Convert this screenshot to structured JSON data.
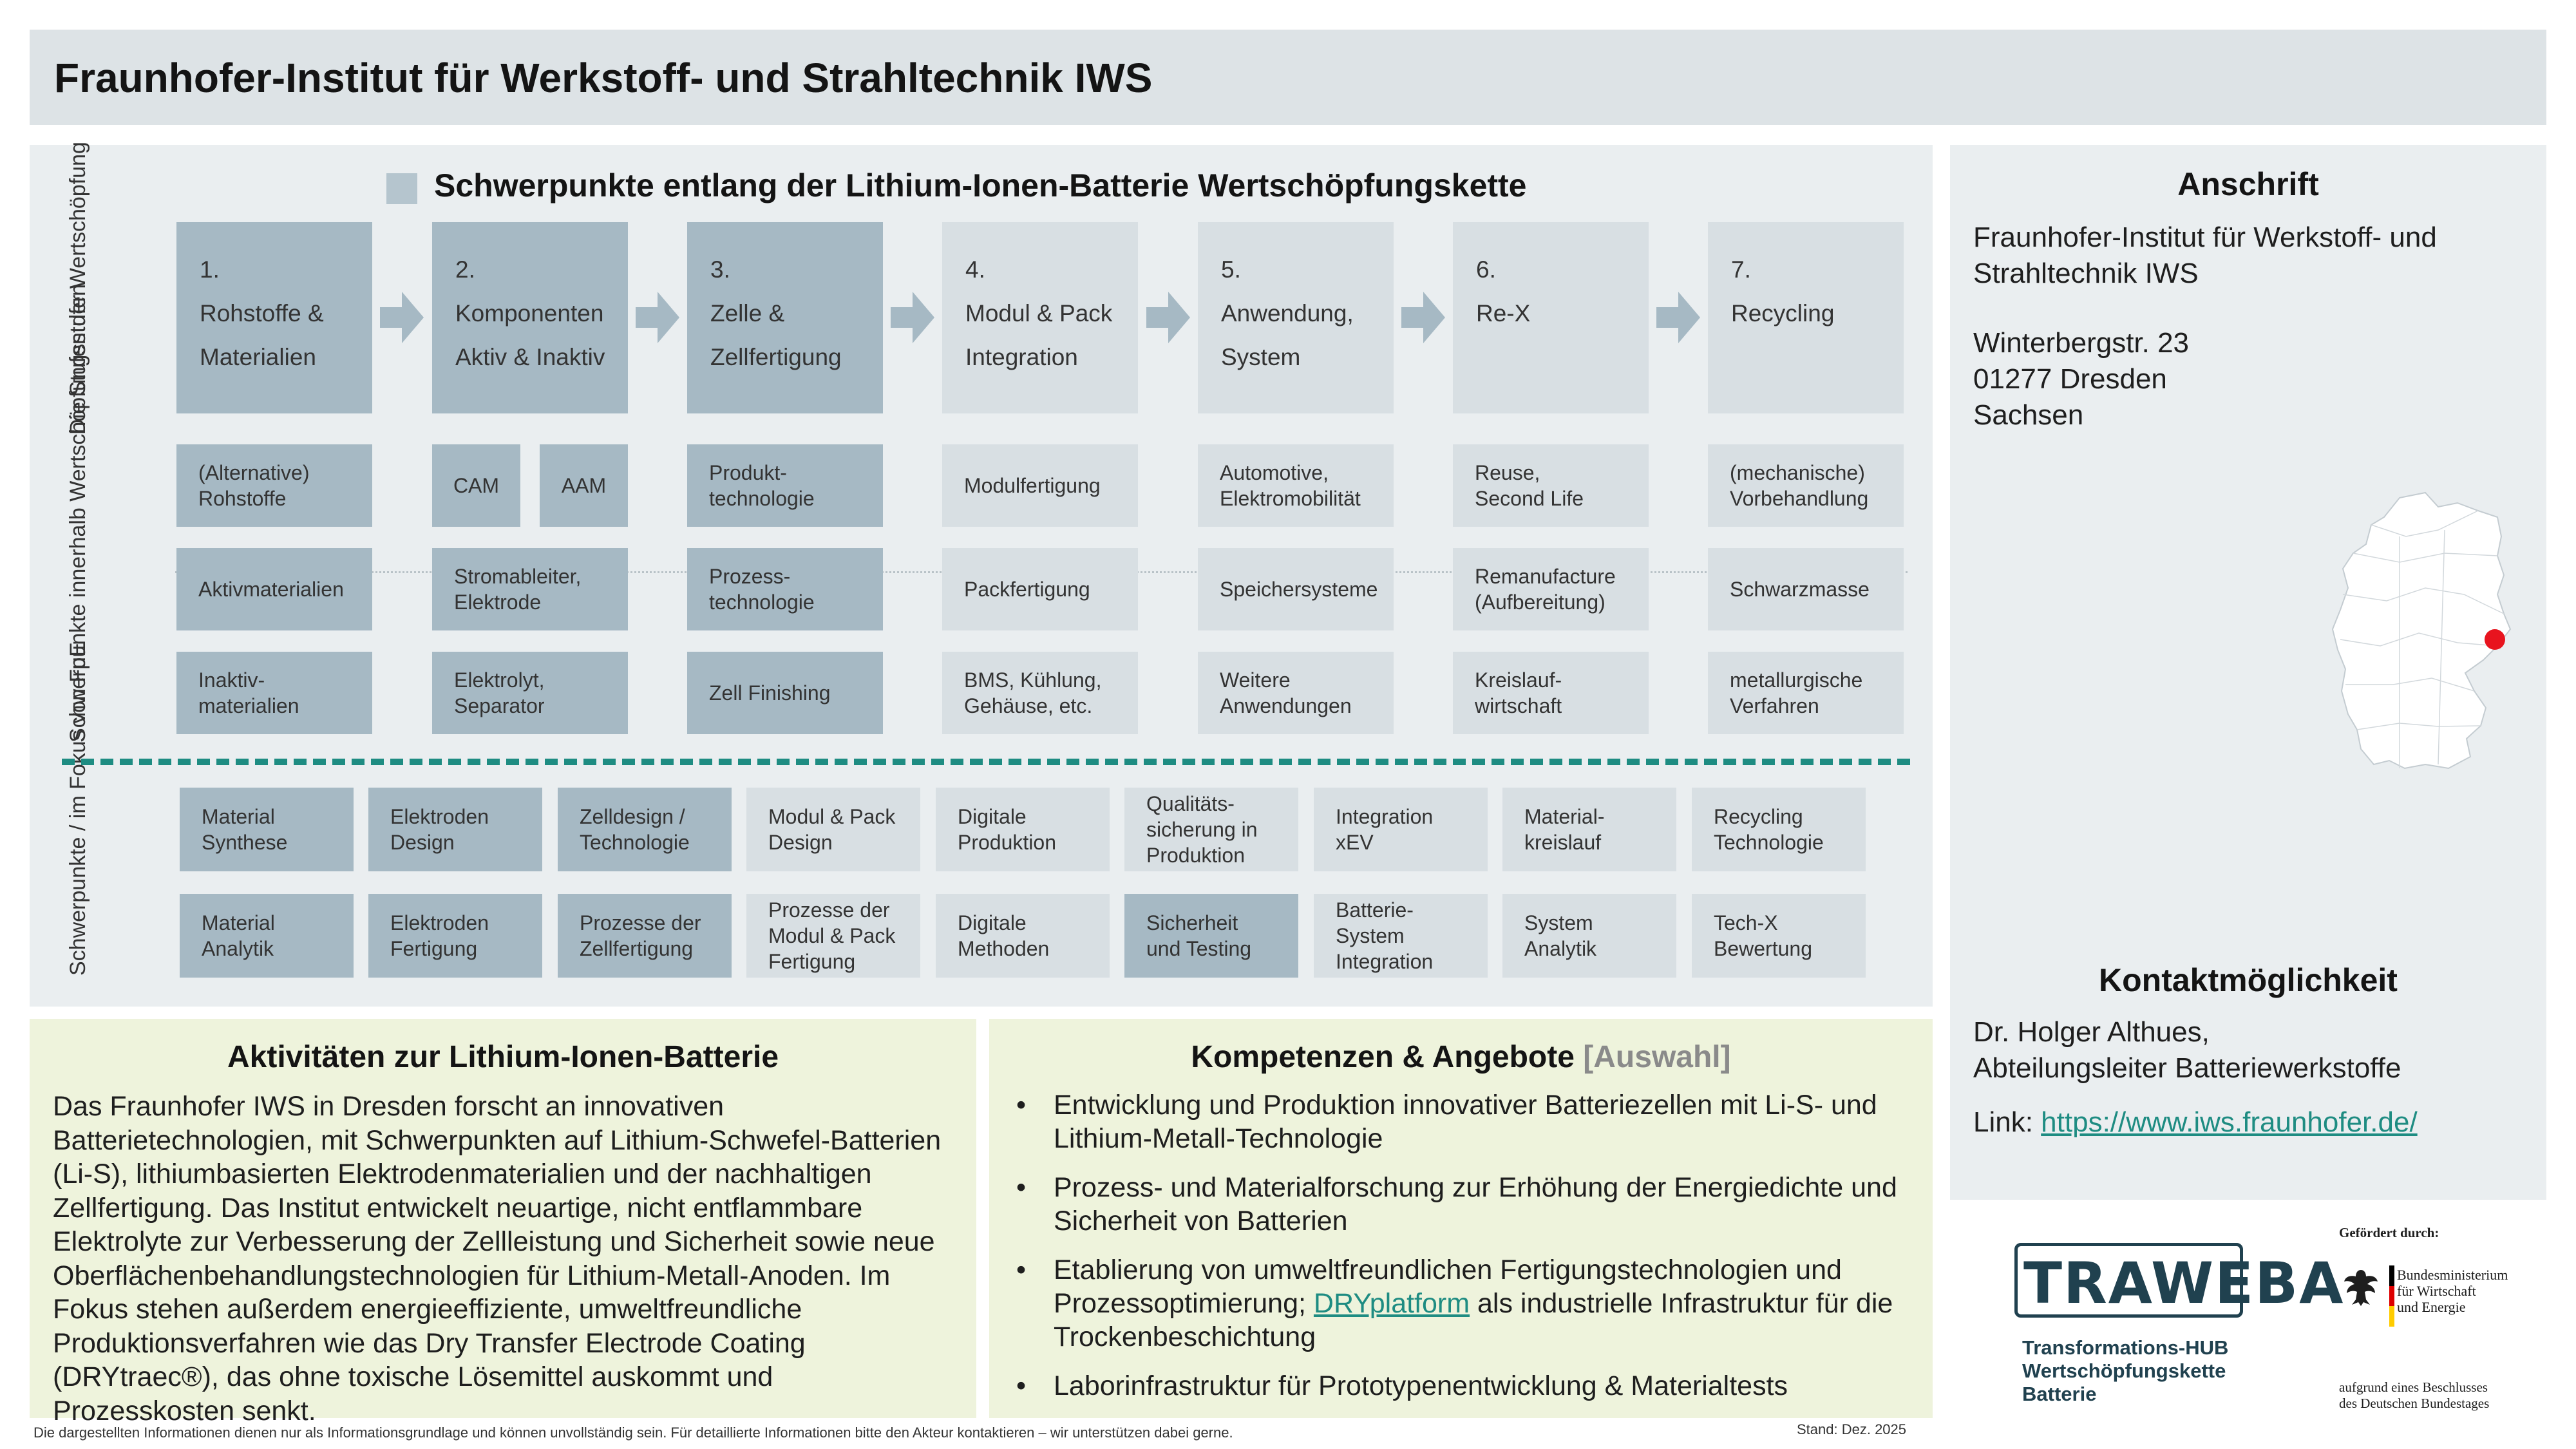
{
  "header": {
    "title": "Fraunhofer-Institut für Werkstoff- und Strahltechnik IWS"
  },
  "main": {
    "heading": "Schwerpunkte entlang der Lithium-Ionen-Batterie Wertschöpfungskette",
    "side_labels": {
      "stages": "Die Stufen der\nWertschöpfung",
      "focus": "Schwerpunkte innerhalb\nWertschöpfungsstufen",
      "rd": "Schwerpunkte /\nim Fokus  von FuE"
    },
    "stages": [
      "1.\nRohstoffe &\nMaterialien",
      "2.\nKomponenten\nAktiv & Inaktiv",
      "3.\nZelle &\nZellfertigung",
      "4.\nModul & Pack\nIntegration",
      "5.\nAnwendung,\nSystem",
      "6.\nRe-X",
      "7.\nRecycling"
    ],
    "focus": {
      "row1": [
        "(Alternative)\nRohstoffe",
        "CAM",
        "AAM",
        "Produkt-\ntechnologie",
        "Modulfertigung",
        "Automotive,\nElektromobilität",
        "Reuse,\nSecond Life",
        "(mechanische)\nVorbehandlung"
      ],
      "row2": [
        "Aktivmaterialien",
        "Stromableiter,\nElektrode",
        "Prozess-\ntechnologie",
        "Packfertigung",
        "Speichersysteme",
        "Remanufacture\n(Aufbereitung)",
        "Schwarzmasse"
      ],
      "row3": [
        "Inaktiv-\nmaterialien",
        "Elektrolyt,\nSeparator",
        "Zell Finishing",
        "BMS, Kühlung,\nGehäuse, etc.",
        "Weitere\nAnwendungen",
        "Kreislauf-\nwirtschaft",
        "metallurgische\nVerfahren"
      ]
    },
    "rd": {
      "row1": [
        "Material\nSynthese",
        "Elektroden\nDesign",
        "Zelldesign /\nTechnologie",
        "Modul & Pack\nDesign",
        "Digitale\nProduktion",
        "Qualitäts-\nsicherung in\nProduktion",
        "Integration\nxEV",
        "Material-\nkreislauf",
        "Recycling\nTechnologie"
      ],
      "row2": [
        "Material\nAnalytik",
        "Elektroden\nFertigung",
        "Prozesse der\nZellfertigung",
        "Prozesse der\nModul & Pack\nFertigung",
        "Digitale\nMethoden",
        "Sicherheit\nund Testing",
        "Batterie-\nSystem\nIntegration",
        "System\nAnalytik",
        "Tech-X\nBewertung"
      ]
    }
  },
  "address": {
    "heading": "Anschrift",
    "name": "Fraunhofer-Institut für Werkstoff- und\nStrahltechnik IWS",
    "street": "Winterbergstr.  23\n01277 Dresden\nSachsen",
    "contact_heading": "Kontaktmöglichkeit",
    "contact_person": "Dr. Holger Althues,\nAbteilungsleiter Batteriewerkstoffe",
    "link_label": "Link: ",
    "link": "https://www.iws.fraunhofer.de/"
  },
  "activities": {
    "heading": "Aktivitäten zur Lithium-Ionen-Batterie",
    "text": "Das Fraunhofer IWS in Dresden forscht an innovativen Batterietechnologien, mit Schwerpunkten auf Lithium-Schwefel-Batterien (Li-S), lithiumbasierten Elektrodenmaterialien und der nachhaltigen Zellfertigung. Das Institut entwickelt neuartige, nicht entflammbare Elektrolyte zur Verbesserung der Zellleistung und Sicherheit sowie neue Oberflächenbehandlungstechnologien für Lithium-Metall-Anoden. Im Fokus stehen außerdem energieeffiziente, umweltfreundliche Produktionsverfahren wie das Dry Transfer Electrode Coating (DRYtraec®), das ohne toxische Lösemittel auskommt und Prozesskosten senkt."
  },
  "competences": {
    "heading": "Kompetenzen & Angebote",
    "heading_suffix": "[Auswahl]",
    "items": [
      "Entwicklung und Produktion innovativer Batteriezellen mit Li-S- und Lithium-Metall-Technologie",
      "Prozess- und Materialforschung zur Erhöhung der Energiedichte und Sicherheit von Batterien",
      "Laborinfrastruktur für Prototypenentwicklung & Materialtests"
    ],
    "item3_pre": "Etablierung von umweltfreundlichen Fertigungstechnologien und Prozessoptimierung; ",
    "item3_link": "DRYplatform",
    "item3_post": " als industrielle Infrastruktur für die Trockenbeschichtung"
  },
  "footer": {
    "disclaimer": "Die dargestellten Informationen dienen nur als Informationsgrundlage und können unvollständig sein. Für detaillierte Informationen bitte den Akteur kontaktieren – wir unterstützen dabei gerne.",
    "stand": "Stand: Dez. 2025"
  },
  "logos": {
    "traweba": "TRAWEBA",
    "traweba_sub": "Transformations-HUB\nWertschöpfungskette\nBatterie",
    "gefoerdert": "Gefördert durch:",
    "bmwk": "Bundesministerium\nfür Wirtschaft\nund Energie",
    "beschluss": "aufgrund eines Beschlusses\ndes Deutschen Bundestages"
  },
  "colors": {
    "dark_box": "#a6b9c4",
    "light_box": "#d8dfe3",
    "accent": "#1e8c82",
    "marker": "#e8141e"
  }
}
